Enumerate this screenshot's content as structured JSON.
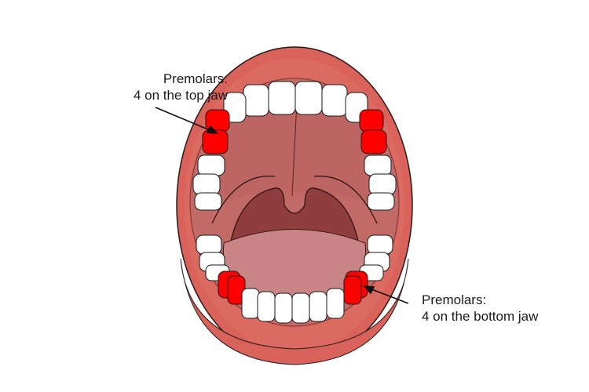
{
  "diagram": {
    "subject": "open mouth showing teeth",
    "colors": {
      "lip": "#d9625a",
      "lip_dark": "#b8443f",
      "palate": "#b85e5e",
      "throat": "#8f3d3d",
      "tongue": "#c98585",
      "tooth": "#ffffff",
      "premolar_highlight": "#ff0000",
      "outline": "#1a1a1a"
    },
    "labels": [
      {
        "id": "top",
        "line1": "Premolars:",
        "line2": "4 on the top jaw"
      },
      {
        "id": "bottom",
        "line1": "Premolars:",
        "line2": "4 on the bottom jaw"
      }
    ]
  }
}
